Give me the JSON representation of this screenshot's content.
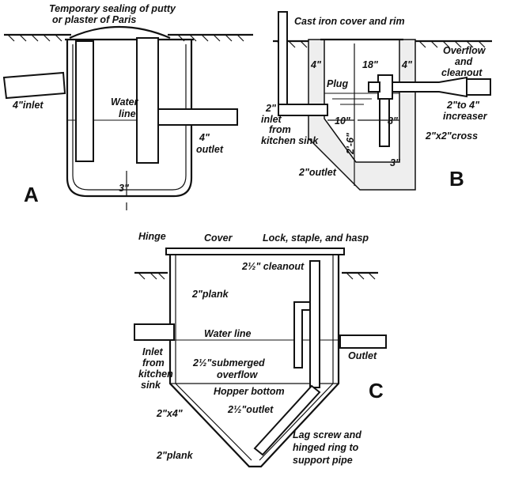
{
  "panels": {
    "A": {
      "letter": "A",
      "labels": {
        "sealing1": "Temporary sealing of putty",
        "sealing2": "or plaster of Paris",
        "inlet": "4\"inlet",
        "water1": "Water",
        "water2": "line",
        "outlet1": "4\"",
        "outlet2": "outlet",
        "clearance": "3\""
      }
    },
    "B": {
      "letter": "B",
      "labels": {
        "cover": "Cast iron cover and rim",
        "width": "18\"",
        "wall_left": "4\"",
        "wall_right": "4\"",
        "overflow1": "Overflow",
        "overflow2": "and",
        "overflow3": "cleanout",
        "plug": "Plug",
        "inlet1": "2\"",
        "inlet2": "inlet",
        "inlet3": "from",
        "inlet4": "kitchen sink",
        "dim10": "10\"",
        "dim8": "8\"",
        "depth": "2'-6\"",
        "increaser1": "2\"to 4\"",
        "increaser2": "increaser",
        "cross": "2\"x2\"cross",
        "clearance": "3\"",
        "outlet": "2\"outlet"
      }
    },
    "C": {
      "letter": "C",
      "labels": {
        "hinge": "Hinge",
        "cover": "Cover",
        "lock": "Lock, staple, and hasp",
        "cleanout": "2½\" cleanout",
        "plank_top": "2\"plank",
        "water_line": "Water line",
        "inlet1": "Inlet",
        "inlet2": "from",
        "inlet3": "kitchen",
        "inlet4": "sink",
        "outlet": "Outlet",
        "overflow1": "2½\"submerged",
        "overflow2": "overflow",
        "hopper": "Hopper bottom",
        "pipe_outlet": "2½\"outlet",
        "frame": "2\"x4\"",
        "plank_bottom": "2\"plank",
        "lag1": "Lag screw and",
        "lag2": "hinged ring to",
        "lag3": "support pipe"
      }
    }
  }
}
